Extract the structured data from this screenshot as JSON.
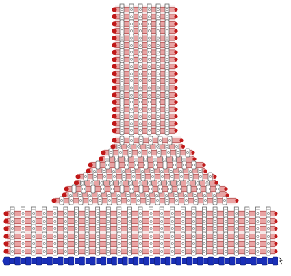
{
  "diagram": {
    "colors": {
      "background": "#ffffff",
      "tube_body": "#e9a3a3",
      "tube_edge": "#b84a4a",
      "tube_end_cap": "#c01818",
      "base_tube": "#1a2fb8",
      "base_tube_edge": "#0d1a6e",
      "clip_fill": "#ffffff",
      "clip_stroke": "#6b6b6b",
      "fitting_stroke": "#555555",
      "end_marker": "#222222"
    },
    "stem": {
      "tube_count": 18,
      "clips_per_tube": 6
    },
    "shoulder": {
      "tube_count": 6
    },
    "base_block": {
      "tube_count": 6,
      "clips_per_tube": 25
    },
    "base_pipe": {
      "segment_count": 26
    }
  }
}
